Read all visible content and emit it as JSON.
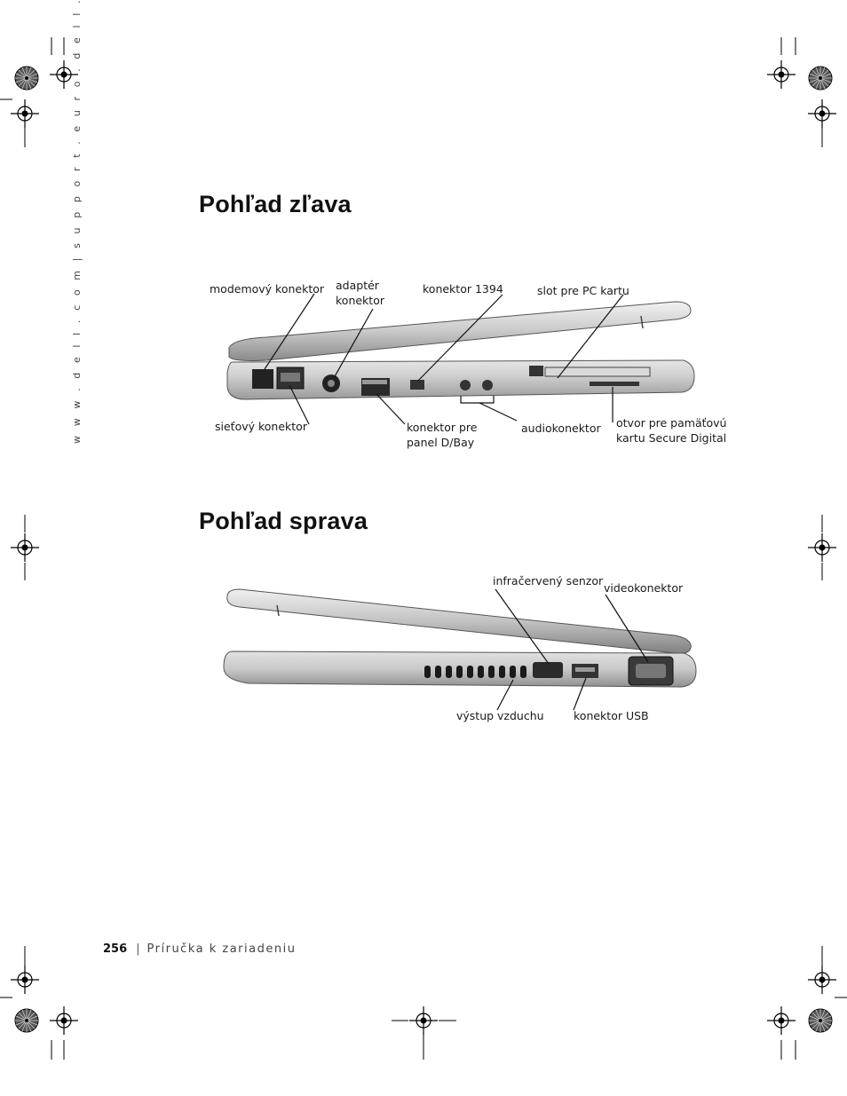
{
  "side_text": "w w w . d e l l . c o m  |  s u p p o r t . e u r o . d e l l . c o m",
  "sections": {
    "left": {
      "title": "Pohľad zľava",
      "labels": {
        "modem": "modemový konektor",
        "adapter_1": "adaptér",
        "adapter_2": "konektor",
        "c1394": "konektor 1394",
        "pccard": "slot pre PC kartu",
        "network": "sieťový konektor",
        "dbay_1": "konektor pre",
        "dbay_2": "panel D/Bay",
        "audio": "audiokonektor",
        "sd_1": "otvor pre pamäťovú",
        "sd_2": "kartu Secure Digital"
      }
    },
    "right": {
      "title": "Pohľad sprava",
      "labels": {
        "ir": "infračervený senzor",
        "video": "videokonektor",
        "air": "výstup vzduchu",
        "usb": "konektor USB"
      }
    }
  },
  "footer": {
    "page_number": "256",
    "separator": "|",
    "title": "Príručka k zariadeniu"
  }
}
